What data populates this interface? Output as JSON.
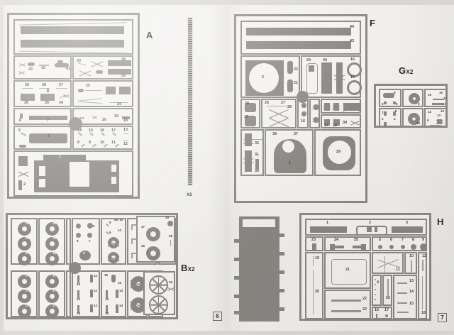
{
  "document": {
    "kind": "model-kit-sprue-instruction-sheet",
    "left_page_number": "6",
    "right_page_number": "7"
  },
  "sprues": [
    {
      "id": "A",
      "letter": "A",
      "multiplier": "",
      "part_numbers": [
        "43",
        "42",
        "41",
        "33",
        "28",
        "29",
        "39",
        "38",
        "37",
        "36",
        "35",
        "34",
        "25",
        "24",
        "6",
        "7",
        "20",
        "19",
        "18",
        "5",
        "3",
        "14",
        "15",
        "16",
        "17",
        "13",
        "8",
        "9",
        "10",
        "11",
        "12",
        "1",
        "2"
      ]
    },
    {
      "id": "B",
      "letter": "B",
      "multiplier": "X2",
      "part_numbers": [
        "18",
        "18",
        "18",
        "18",
        "18",
        "18",
        "5",
        "6",
        "7",
        "6",
        "8",
        "9",
        "9",
        "10",
        "3",
        "3",
        "3",
        "4",
        "20",
        "21",
        "21",
        "30",
        "29",
        "27",
        "28",
        "26",
        "17",
        "17",
        "17",
        "17",
        "17",
        "17",
        "19",
        "12",
        "19",
        "12",
        "19",
        "12",
        "15",
        "16",
        "19",
        "14",
        "18",
        "14",
        "23",
        "25"
      ]
    },
    {
      "id": "F",
      "letter": "F",
      "multiplier": "",
      "part_numbers": [
        "44",
        "43",
        "2",
        "22",
        "21",
        "24",
        "44",
        "16",
        "15",
        "20",
        "19",
        "25",
        "27",
        "28",
        "16",
        "17",
        "18",
        "39",
        "32",
        "31",
        "30",
        "38",
        "37",
        "1",
        "29"
      ]
    },
    {
      "id": "G",
      "letter": "G",
      "multiplier": "X2",
      "part_numbers": [
        "8",
        "3",
        "5",
        "9",
        "15",
        "16",
        "17",
        "17",
        "2",
        "5",
        "1",
        "4",
        "6",
        "10",
        "12",
        "14",
        "13",
        "7",
        "11"
      ]
    },
    {
      "id": "H",
      "letter": "H",
      "multiplier": "",
      "part_numbers": [
        "1",
        "2",
        "3",
        "23",
        "24",
        "25",
        "5",
        "6",
        "7",
        "8",
        "9",
        "19",
        "20",
        "21",
        "22",
        "22",
        "11",
        "10",
        "12",
        "4",
        "26",
        "13",
        "14",
        "15",
        "16",
        "17",
        "18"
      ]
    }
  ],
  "track_runner": {
    "caption": "X2"
  },
  "labels": {
    "a_letter": "A",
    "b_letter": "B",
    "b_mult": "X2",
    "f_letter": "F",
    "g_letter": "G",
    "g_mult": "X2",
    "h_letter": "H",
    "track_caption": "X2",
    "page_left": "6",
    "page_right": "7"
  },
  "colors": {
    "paper": "#eeeeea",
    "plastic": "#8b8884",
    "frame": "#8d8a85",
    "ink": "#3a3a38"
  },
  "sprue_a": {
    "row_top": [],
    "cell2_left": [
      "43",
      "42",
      "41"
    ],
    "cell2_right": [
      "33",
      "28",
      "29"
    ],
    "cell3_left": [
      "39",
      "38",
      "37",
      "36",
      "35",
      "34"
    ],
    "cell3_right": [
      "25",
      "24"
    ],
    "cell4_left": [
      "6",
      "7"
    ],
    "cell4_right": [
      "20",
      "19",
      "18"
    ],
    "cell5_left": [
      "5",
      "3"
    ],
    "cell5_right_top": [
      "14",
      "15",
      "16",
      "17",
      "13"
    ],
    "cell5_right_bot": [
      "8",
      "9",
      "10",
      "11",
      "12"
    ],
    "cell6": [
      "1",
      "2"
    ]
  },
  "sprue_b": {
    "wheels_top": [
      "18",
      "18",
      "18",
      "18",
      "18",
      "18"
    ],
    "wheels_bot": [
      "17",
      "17",
      "17",
      "17",
      "17",
      "17"
    ],
    "small_top": [
      "5",
      "6",
      "7",
      "6",
      "8"
    ],
    "small_bot": [
      "19",
      "12",
      "19",
      "12",
      "19",
      "12"
    ],
    "hooks_top": [
      "9",
      "9",
      "10"
    ],
    "hooks_bot": [
      "15",
      "16",
      "19",
      "14",
      "18",
      "14"
    ],
    "brackets": [
      "3",
      "3",
      "3",
      "4"
    ],
    "rods": [
      "20",
      "21",
      "30",
      "21"
    ],
    "discs": [
      "29",
      "27",
      "28",
      "26"
    ],
    "sprockets": [
      "23",
      "25"
    ]
  },
  "sprue_f": {
    "rails": [
      "44",
      "43"
    ],
    "disc": "2",
    "side_small": [
      "22",
      "21"
    ],
    "mid": [
      "24",
      "44"
    ],
    "rings": [
      "16",
      "15"
    ],
    "blocks": [
      "20",
      "19"
    ],
    "cross": [
      "25",
      "27",
      "28"
    ],
    "small_col": [
      "16"
    ],
    "right_small": [
      "17",
      "18",
      "39"
    ],
    "lower_left": [
      "32",
      "31",
      "30"
    ],
    "dome": [
      "38",
      "37",
      "1"
    ],
    "ring_big": "29"
  },
  "sprue_g": {
    "cell1": [
      "8",
      "3",
      "5"
    ],
    "cell2": [
      "9"
    ],
    "cell3": [
      "15",
      "16",
      "17",
      "17"
    ],
    "cell4": [
      "2",
      "5",
      "1",
      "4"
    ],
    "cell5": [
      "10"
    ],
    "cell6": [
      "12",
      "14",
      "13",
      "6",
      "7",
      "11"
    ]
  },
  "sprue_h": {
    "top_bars": [
      "1",
      "2",
      "3"
    ],
    "row2": [
      "23",
      "24",
      "25"
    ],
    "dots": [
      "5",
      "6",
      "7",
      "8",
      "9"
    ],
    "left_rods": [
      "19",
      "20"
    ],
    "frame_part": "21",
    "bars22": [
      "22",
      "22"
    ],
    "star": "11",
    "rod10": "10",
    "rod12": "12",
    "dots4": [
      "4",
      "26"
    ],
    "small_pair": [
      "16",
      "17"
    ],
    "ladder": [
      "13",
      "14",
      "15"
    ],
    "rod18": "18"
  }
}
